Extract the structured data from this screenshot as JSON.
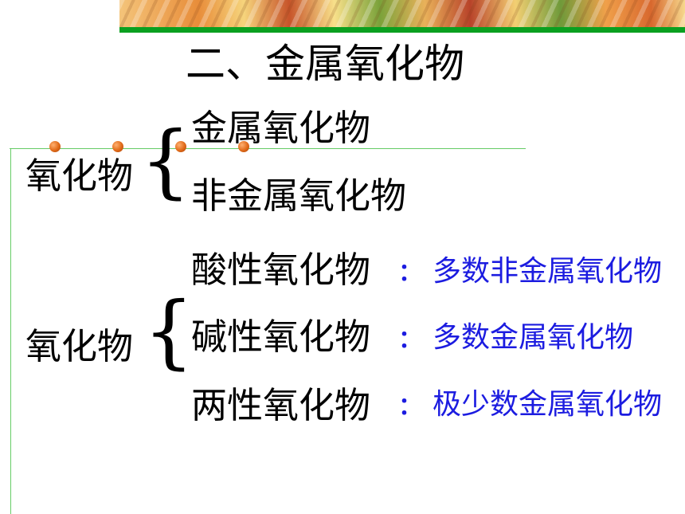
{
  "slide": {
    "title": "二、金属氧化物",
    "group1": {
      "label": "氧化物",
      "items": [
        "金属氧化物",
        "非金属氧化物"
      ]
    },
    "group2": {
      "label": "氧化物",
      "rows": [
        {
          "term": "酸性氧化物",
          "sep": "：",
          "desc": "多数非金属氧化物"
        },
        {
          "term": "碱性氧化物",
          "sep": "：",
          "desc": "多数金属氧化物"
        },
        {
          "term": "两性氧化物",
          "sep": "：",
          "desc": "极少数金属氧化物"
        }
      ]
    },
    "colors": {
      "accent_green": "#0aa020",
      "bullet_orange": "#e06a18",
      "description_blue": "#1c1ce0"
    }
  }
}
